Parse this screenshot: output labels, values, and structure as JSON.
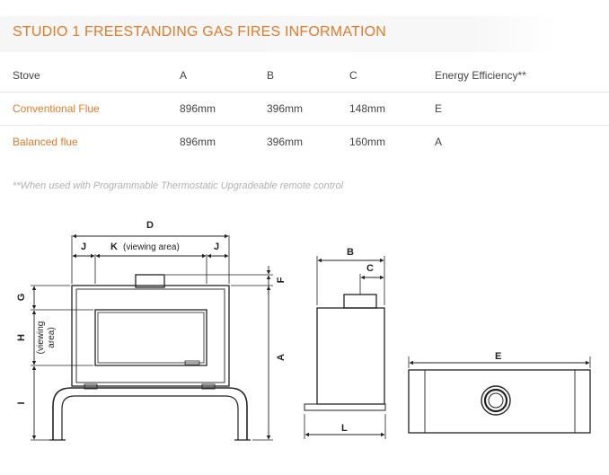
{
  "title": "STUDIO 1 FREESTANDING GAS FIRES INFORMATION",
  "table": {
    "headers": [
      "Stove",
      "A",
      "B",
      "C",
      "Energy Efficiency**"
    ],
    "rows": [
      [
        "Conventional Flue",
        "896mm",
        "396mm",
        "148mm",
        "E"
      ],
      [
        "Balanced flue",
        "896mm",
        "396mm",
        "160mm",
        "A"
      ]
    ]
  },
  "footnote": "**When used with Programmable Thermostatic Upgradeable remote control",
  "diagram": {
    "front": {
      "D": "D",
      "J_left": "J",
      "K": "K",
      "K_note": "(viewing area)",
      "J_right": "J",
      "F": "F",
      "A": "A",
      "G": "G",
      "H": "H",
      "H_note_1": "(viewing",
      "H_note_2": "area)",
      "I": "I"
    },
    "side": {
      "B": "B",
      "C": "C",
      "L": "L"
    },
    "top": {
      "E": "E"
    }
  },
  "colors": {
    "accent": "#e07b2a",
    "line": "#222222"
  }
}
